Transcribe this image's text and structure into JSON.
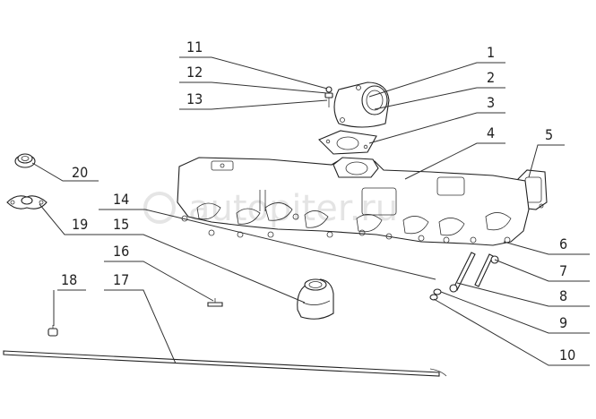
{
  "watermark": {
    "text": "autopiter.ru"
  },
  "callouts": [
    {
      "id": "1",
      "label": "1"
    },
    {
      "id": "2",
      "label": "2"
    },
    {
      "id": "3",
      "label": "3"
    },
    {
      "id": "4",
      "label": "4"
    },
    {
      "id": "5",
      "label": "5"
    },
    {
      "id": "6",
      "label": "6"
    },
    {
      "id": "7",
      "label": "7"
    },
    {
      "id": "8",
      "label": "8"
    },
    {
      "id": "9",
      "label": "9"
    },
    {
      "id": "10",
      "label": "10"
    },
    {
      "id": "11",
      "label": "11"
    },
    {
      "id": "12",
      "label": "12"
    },
    {
      "id": "13",
      "label": "13"
    },
    {
      "id": "14",
      "label": "14"
    },
    {
      "id": "15",
      "label": "15"
    },
    {
      "id": "16",
      "label": "16"
    },
    {
      "id": "17",
      "label": "17"
    },
    {
      "id": "18",
      "label": "18"
    },
    {
      "id": "19",
      "label": "19"
    },
    {
      "id": "20",
      "label": "20"
    }
  ]
}
